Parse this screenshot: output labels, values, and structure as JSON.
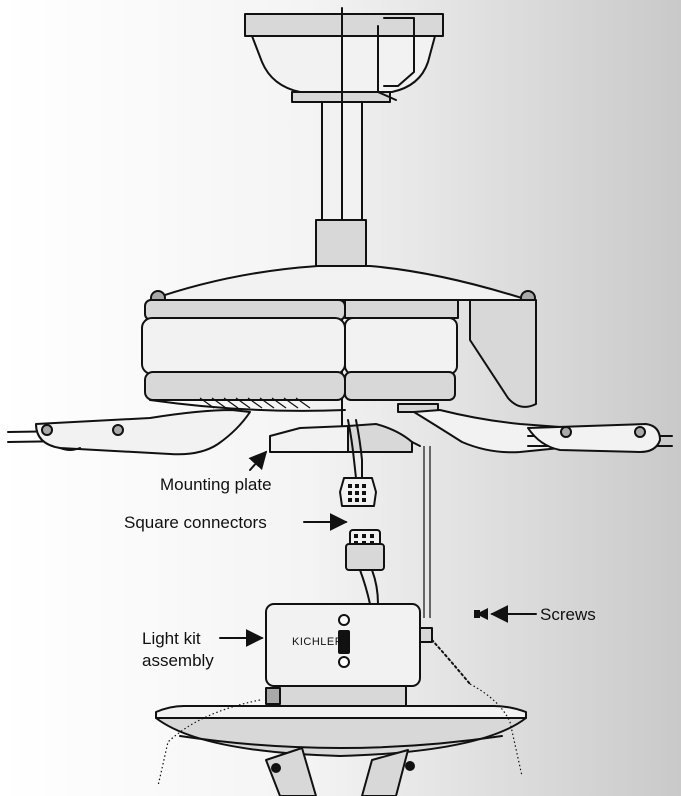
{
  "labels": {
    "mounting_plate": "Mounting plate",
    "square_connectors": "Square connectors",
    "screws": "Screws",
    "light_kit_line1": "Light kit",
    "light_kit_line2": "assembly"
  },
  "brand": "KICHLER",
  "colors": {
    "background_start": "#ffffff",
    "background_end": "#c9c9c9",
    "ink": "#111111"
  }
}
